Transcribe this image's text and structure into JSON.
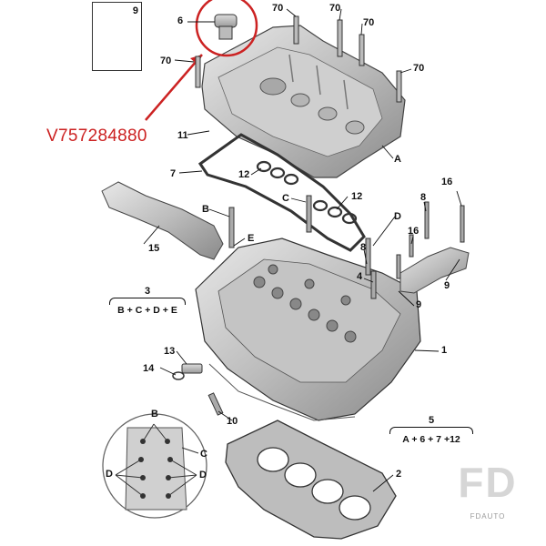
{
  "highlight": {
    "part_number": "V757284880",
    "color": "#cc2222"
  },
  "inset": {
    "number": "9"
  },
  "labels": {
    "l6": "6",
    "l70a": "70",
    "l70b": "70",
    "l70c": "70",
    "l70d": "70",
    "l70e": "70",
    "l11": "11",
    "l7": "7",
    "l12a": "12",
    "l12b": "12",
    "lC": "C",
    "lA": "A",
    "lB": "B",
    "lE": "E",
    "lD": "D",
    "l8a": "8",
    "l8b": "8",
    "l16a": "16",
    "l16b": "16",
    "l15": "15",
    "l4": "4",
    "l9a": "9",
    "l9b": "9",
    "l1": "1",
    "l13": "13",
    "l14": "14",
    "l10": "10",
    "l2": "2"
  },
  "groups": {
    "g3": {
      "number": "3",
      "formula": "B + C + D + E"
    },
    "g5": {
      "number": "5",
      "formula": "A + 6 + 7 +12"
    }
  },
  "detail": {
    "B": "B",
    "C": "C",
    "D_left": "D",
    "D_right": "D"
  },
  "watermark": {
    "mark": "FD",
    "name": "FDAUTO"
  }
}
